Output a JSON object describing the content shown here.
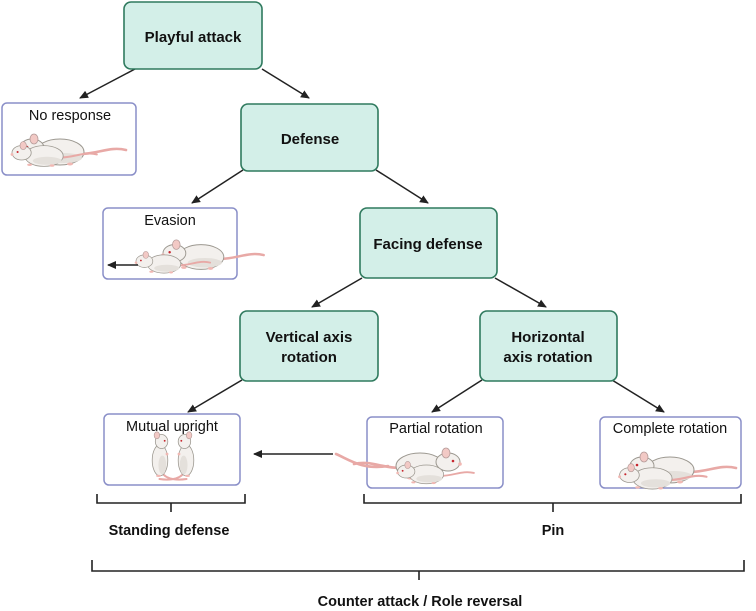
{
  "nodes": {
    "playful_attack": "Playful attack",
    "defense": "Defense",
    "facing_defense": "Facing defense",
    "vertical_axis_rotation": [
      "Vertical axis",
      "rotation"
    ],
    "horizontal_axis_rotation": [
      "Horizontal",
      "axis rotation"
    ]
  },
  "outcomes": {
    "no_response": "No response",
    "evasion": "Evasion",
    "mutual_upright": "Mutual upright",
    "partial_rotation": "Partial rotation",
    "complete_rotation": "Complete rotation"
  },
  "groups": {
    "standing_defense": "Standing defense",
    "pin": "Pin",
    "counter_attack": "Counter attack / Role reversal"
  },
  "colors": {
    "node_fill": "#d3efe8",
    "node_stroke": "#2f7a5e",
    "image_box_stroke": "#8a8fc8"
  },
  "icons": [
    "rat-illustration",
    "arrow-icon"
  ]
}
